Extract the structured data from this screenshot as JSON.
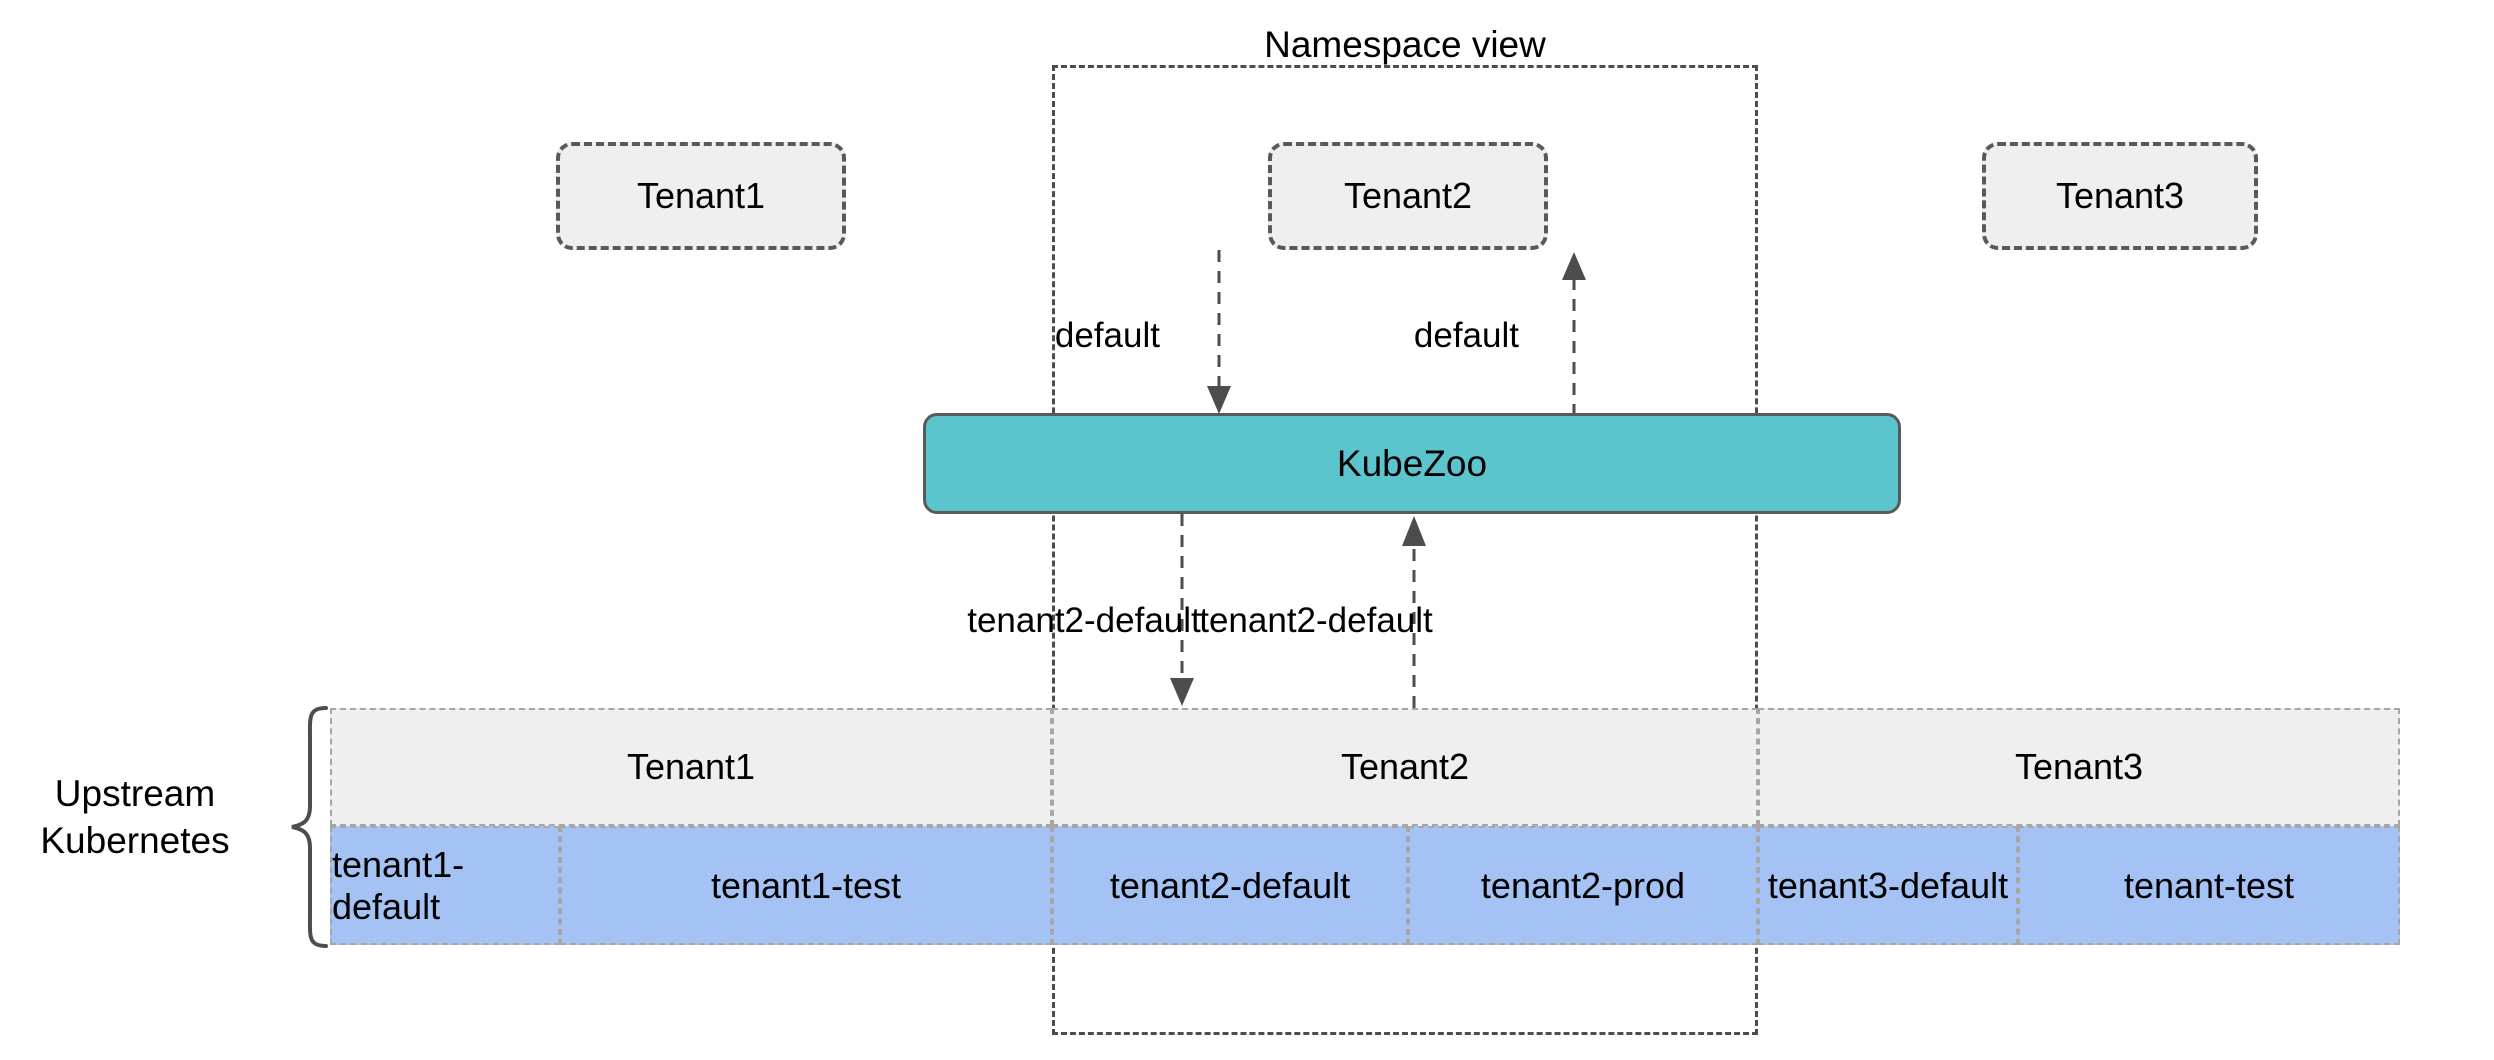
{
  "diagram": {
    "title": "Namespace view",
    "upstream_label_line1": "Upstream",
    "upstream_label_line2": "Kubernetes",
    "kubezoo_label": "KubeZoo",
    "colors": {
      "kubezoo_fill": "#5cc4cd",
      "tenant_fill": "#efefef",
      "namespace_fill": "#a4c2f4",
      "stroke": "#4d4d4d"
    }
  },
  "tenant_boxes": [
    {
      "label": "Tenant1"
    },
    {
      "label": "Tenant2"
    },
    {
      "label": "Tenant3"
    }
  ],
  "arrows": {
    "upper_down": "default",
    "upper_up": "default",
    "lower_down": "tenant2-default",
    "lower_up": "tenant2-default"
  },
  "table": {
    "groups": [
      {
        "label": "Tenant1"
      },
      {
        "label": "Tenant2"
      },
      {
        "label": "Tenant3"
      }
    ],
    "namespaces": [
      {
        "label": "tenant1-default"
      },
      {
        "label": "tenant1-test"
      },
      {
        "label": "tenant2-default"
      },
      {
        "label": "tenant2-prod"
      },
      {
        "label": "tenant3-default"
      },
      {
        "label": "tenant-test"
      }
    ]
  }
}
